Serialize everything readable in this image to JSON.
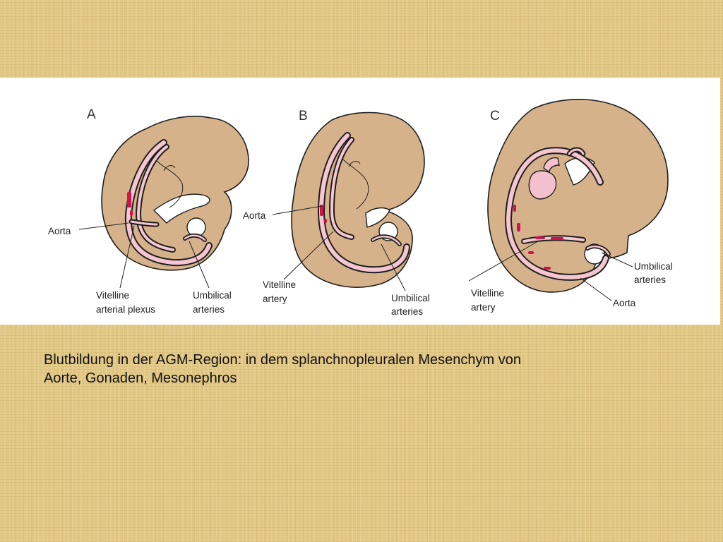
{
  "panels": {
    "a": {
      "letter": "A",
      "aorta": "Aorta",
      "vitelline_1": "Vitelline",
      "vitelline_2": "arterial plexus",
      "umbilical_1": "Umbilical",
      "umbilical_2": "arteries"
    },
    "b": {
      "letter": "B",
      "aorta": "Aorta",
      "vitelline_1": "Vitelline",
      "vitelline_2": "artery",
      "umbilical_1": "Umbilical",
      "umbilical_2": "arteries"
    },
    "c": {
      "letter": "C",
      "aorta": "Aorta",
      "vitelline_1": "Vitelline",
      "vitelline_2": "artery",
      "umbilical_1": "Umbilical",
      "umbilical_2": "arteries"
    }
  },
  "caption": {
    "line1": "Blutbildung in der AGM-Region: in dem splanchnopleuralen Mesenchym von",
    "line2": "Aorte, Gonaden, Mesonephros"
  },
  "colors": {
    "background": "#e2c886",
    "embryo_tissue": "#d5b28a",
    "vessel_lumen": "#f5c6d1",
    "hematopoietic_cells": "#d0114a"
  }
}
